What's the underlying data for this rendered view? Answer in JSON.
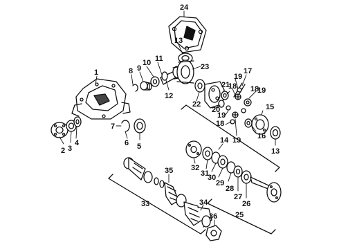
{
  "diagram": {
    "title": "",
    "colors": {
      "ink": "#111111",
      "paper": "#ffffff"
    },
    "callouts": [
      {
        "id": "c1",
        "label": "1"
      },
      {
        "id": "c2",
        "label": "2"
      },
      {
        "id": "c3",
        "label": "3"
      },
      {
        "id": "c4",
        "label": "4"
      },
      {
        "id": "c5",
        "label": "5"
      },
      {
        "id": "c6",
        "label": "6"
      },
      {
        "id": "c7",
        "label": "7"
      },
      {
        "id": "c8",
        "label": "8"
      },
      {
        "id": "c9",
        "label": "9"
      },
      {
        "id": "c10",
        "label": "10"
      },
      {
        "id": "c11",
        "label": "11"
      },
      {
        "id": "c12",
        "label": "12"
      },
      {
        "id": "c13a",
        "label": "13"
      },
      {
        "id": "c13b",
        "label": "13"
      },
      {
        "id": "c14",
        "label": "14"
      },
      {
        "id": "c15",
        "label": "15"
      },
      {
        "id": "c16",
        "label": "16"
      },
      {
        "id": "c17",
        "label": "17"
      },
      {
        "id": "c18a",
        "label": "18"
      },
      {
        "id": "c18b",
        "label": "18"
      },
      {
        "id": "c18c",
        "label": "18"
      },
      {
        "id": "c19a",
        "label": "19"
      },
      {
        "id": "c19b",
        "label": "19"
      },
      {
        "id": "c19c",
        "label": "19"
      },
      {
        "id": "c19d",
        "label": "19"
      },
      {
        "id": "c20",
        "label": "20"
      },
      {
        "id": "c21",
        "label": "21"
      },
      {
        "id": "c22",
        "label": "22"
      },
      {
        "id": "c23",
        "label": "23"
      },
      {
        "id": "c24",
        "label": "24"
      },
      {
        "id": "c25",
        "label": "25"
      },
      {
        "id": "c26",
        "label": "26"
      },
      {
        "id": "c27",
        "label": "27"
      },
      {
        "id": "c28",
        "label": "28"
      },
      {
        "id": "c29",
        "label": "29"
      },
      {
        "id": "c30",
        "label": "30"
      },
      {
        "id": "c31",
        "label": "31"
      },
      {
        "id": "c32",
        "label": "32"
      },
      {
        "id": "c33",
        "label": "33"
      },
      {
        "id": "c34",
        "label": "34"
      },
      {
        "id": "c35",
        "label": "35"
      },
      {
        "id": "c36",
        "label": "36"
      }
    ]
  }
}
